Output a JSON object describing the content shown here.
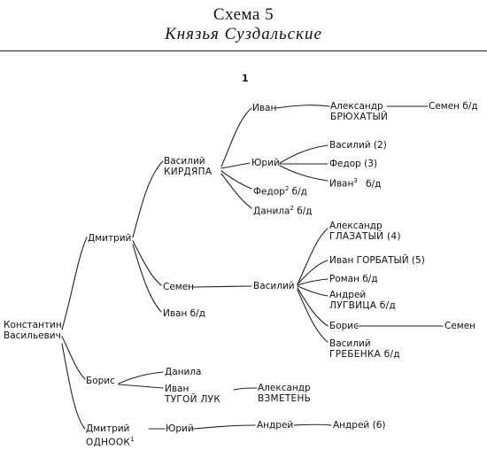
{
  "header": {
    "title": "Схема 5",
    "subtitle": "Князья Суздальские"
  },
  "scheme_number": "1",
  "tree": {
    "konstantin_1": "Константин",
    "konstantin_2": "Васильевич",
    "dmitry": "Дмитрий",
    "vasily_k_1": "Василий",
    "vasily_k_2": "КИРДЯПА",
    "ivan_a": "Иван",
    "alexandr_b_1": "Александр",
    "alexandr_b_2": "БРЮХАТЫЙ",
    "semen_bd_a": "Семен б/д",
    "yury_a": "Юрий",
    "vasily_2": "Василий (2)",
    "fedor_3": "Федор (3)",
    "ivan_3": "Иван",
    "ivan_3_sup": "3",
    "ivan_3_bd": "б/д",
    "fedor_2": "Федор",
    "fedor_2_sup": "2",
    "fedor_2_bd": "б/д",
    "danila_2": "Данила",
    "danila_2_sup": "2",
    "danila_2_bd": "б/д",
    "semen_mid": "Семен",
    "vasily_mid": "Василий",
    "alexandr_g_1": "Александр",
    "alexandr_g_2": "ГЛАЗАТЫЙ (4)",
    "ivan_gorb": "Иван ГОРБАТЫЙ (5)",
    "roman": "Роман б/д",
    "andrey_l_1": "Андрей",
    "andrey_l_2": "ЛУГВИЦА б/д",
    "boris_small": "Борис",
    "semen_end": "Семен",
    "vasily_g_1": "Василий",
    "vasily_g_2": "ГРЕБЕНКА б/д",
    "ivan_bd": "Иван б/д",
    "boris": "Борис",
    "danila": "Данила",
    "ivan_t_1": "Иван",
    "ivan_t_2": "ТУГОЙ ЛУК",
    "alexandr_v_1": "Александр",
    "alexandr_v_2": "ВЗМЕТЕНЬ",
    "dmitry_o_1": "Дмитрий",
    "dmitry_o_2": "ОДНООК",
    "dmitry_o_sup": "1",
    "yury_b": "Юрий",
    "andrey_b": "Андрей",
    "andrey_6": "Андрей (6)"
  }
}
